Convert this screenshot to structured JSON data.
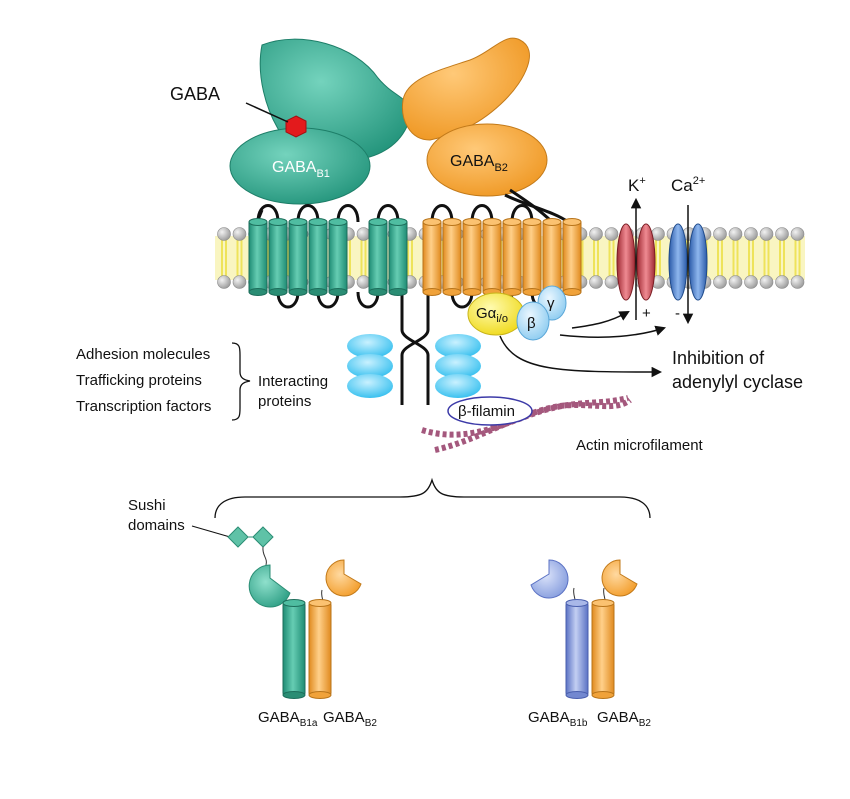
{
  "labels": {
    "gaba": "GABA",
    "gaba_b1": {
      "base": "GABA",
      "sub": "B1"
    },
    "gaba_b2": {
      "base": "GABA",
      "sub": "B2"
    },
    "k_ion": {
      "base": "K",
      "sup": "+"
    },
    "ca_ion": {
      "base": "Ca",
      "sup": "2+"
    },
    "g_alpha": {
      "base": "Gα",
      "sub": "i/o"
    },
    "g_beta": "β",
    "g_gamma": "γ",
    "plus": "+",
    "minus": "-",
    "inhibition": {
      "line1": "Inhibition of",
      "line2": "adenylyl cyclase"
    },
    "interacting_proteins": {
      "line1": "Interacting",
      "line2": "proteins"
    },
    "protein_list": [
      "Adhesion molecules",
      "Trafficking proteins",
      "Transcription factors"
    ],
    "beta_filamin": "β-filamin",
    "actin": "Actin microfilament",
    "sushi": {
      "line1": "Sushi",
      "line2": "domains"
    },
    "isoform_1": {
      "left": {
        "base": "GABA",
        "sub": "B1a"
      },
      "right": {
        "base": "GABA",
        "sub": "B2"
      }
    },
    "isoform_2": {
      "left": {
        "base": "GABA",
        "sub": "B1b"
      },
      "right": {
        "base": "GABA",
        "sub": "B2"
      }
    }
  },
  "colors": {
    "teal": "#2FA98C",
    "teal_dark": "#1E6E5C",
    "orange": "#F6A63A",
    "orange_dark": "#B8741A",
    "yellow": "#F4E542",
    "blue_light": "#9FD3F2",
    "cyan": "#35C2F0",
    "red_channel": "#C8434B",
    "blue_channel": "#3E78C9",
    "blue_b1b": "#7E95D8",
    "gaba_red": "#E31A1C",
    "actin": "#A4587D",
    "lipid_head": "#BDBDBD",
    "lipid_tail": "#F3EE5A"
  }
}
